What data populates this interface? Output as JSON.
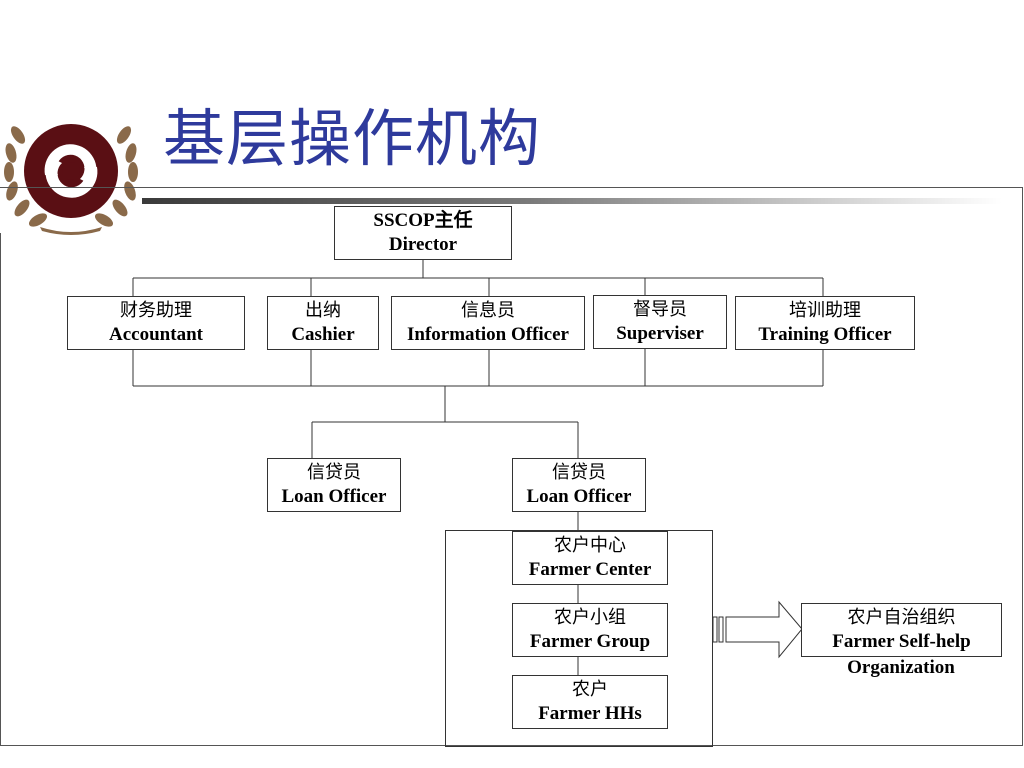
{
  "slide": {
    "title": "基层操作机构"
  },
  "logo": {
    "icon": "emblem-icon",
    "colors": {
      "disc": "#5a0f14",
      "laurel": "#8a6a4a"
    }
  },
  "org_chart": {
    "director": {
      "zh": "SSCOP主任",
      "en": "Director"
    },
    "staff": [
      {
        "zh": "财务助理",
        "en": "Accountant"
      },
      {
        "zh": "出纳",
        "en": "Cashier"
      },
      {
        "zh": "信息员",
        "en": "Information Officer"
      },
      {
        "zh": "督导员",
        "en": "Superviser"
      },
      {
        "zh": "培训助理",
        "en": "Training Officer"
      }
    ],
    "loan_officers": [
      {
        "zh": "信贷员",
        "en": "Loan Officer"
      },
      {
        "zh": "信贷员",
        "en": "Loan Officer"
      }
    ],
    "farmer_levels": [
      {
        "zh": "农户中心",
        "en": "Farmer Center"
      },
      {
        "zh": "农户小组",
        "en": "Farmer Group"
      },
      {
        "zh": "农户",
        "en": "Farmer HHs"
      }
    ],
    "self_help": {
      "zh": "农户自治组织",
      "en_line1": "Farmer Self-help",
      "en_line2": "Organization"
    }
  },
  "colors": {
    "title": "#2e3a9c",
    "lines": "#333333"
  }
}
